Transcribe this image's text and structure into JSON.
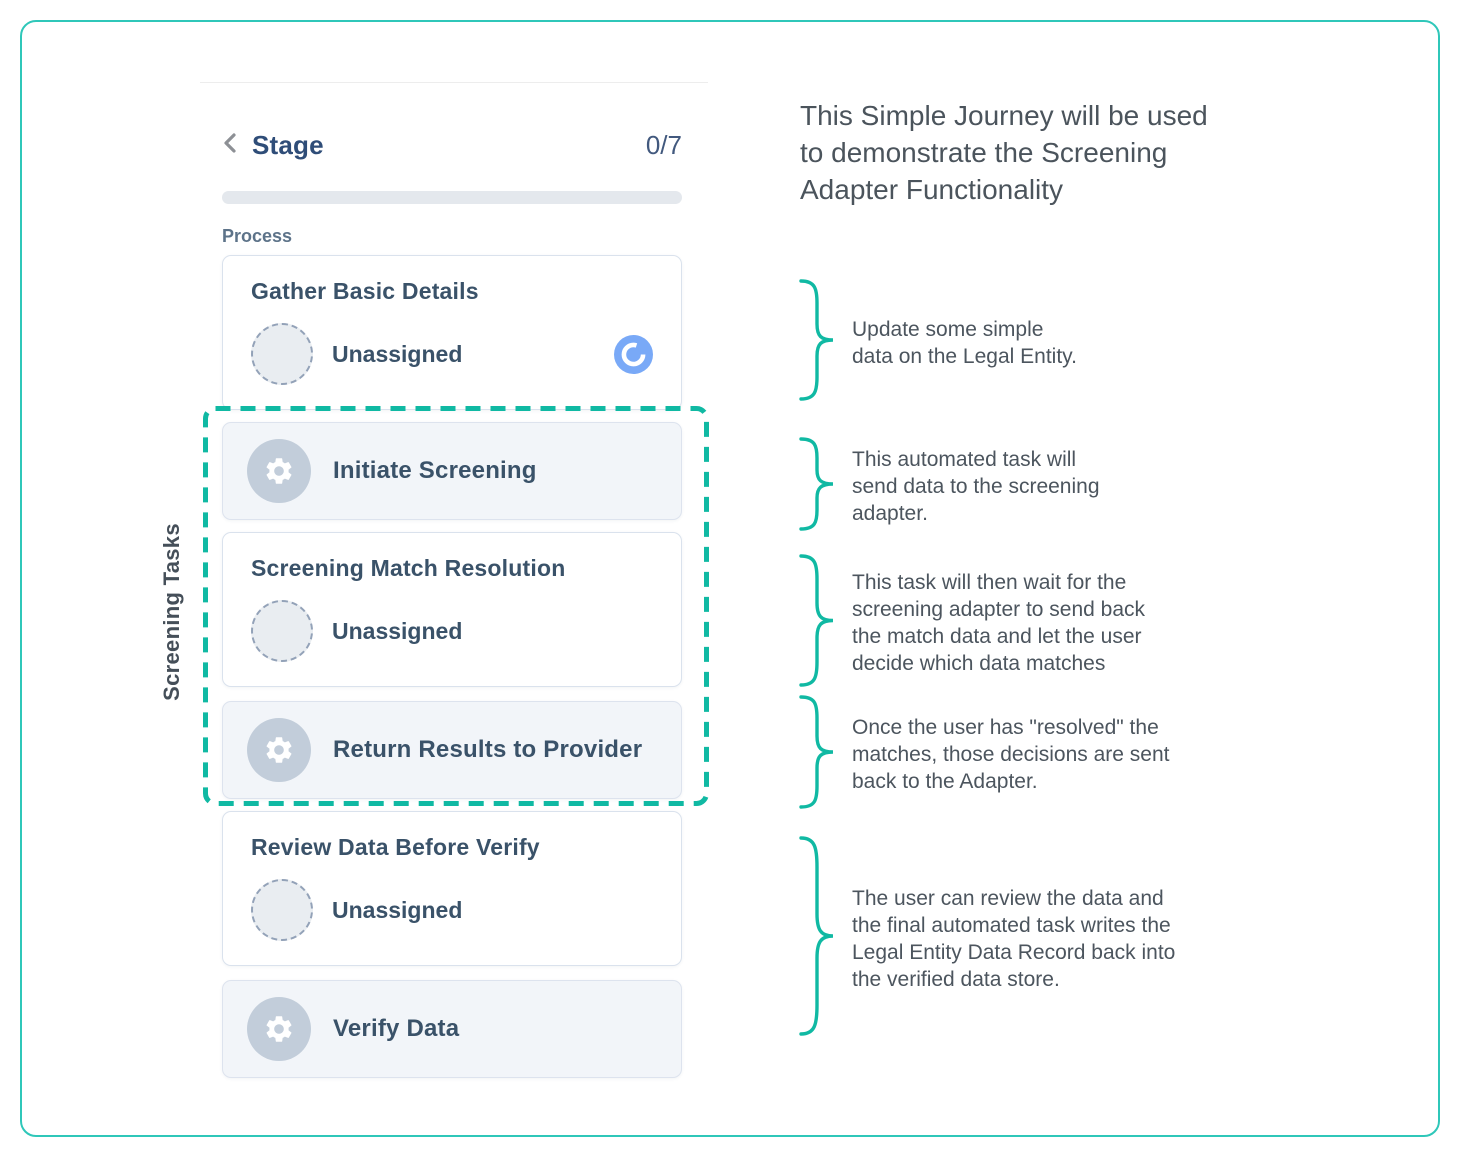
{
  "window": {
    "frame_border_color": "#2fc7b9"
  },
  "stage_panel": {
    "back_icon": "chevron-left-icon",
    "title": "Stage",
    "counter": "0/7",
    "progress_percent": 0,
    "section_label": "Process",
    "group_label": "Screening Tasks",
    "tasks": [
      {
        "title": "Gather Basic Details",
        "type": "user-task",
        "assignee": "Unassigned",
        "avatar_icon": "avatar-placeholder",
        "status_icon": "sync-progress-icon"
      },
      {
        "title": "Initiate Screening",
        "type": "automated-task",
        "icon": "gear-icon"
      },
      {
        "title": "Screening Match Resolution",
        "type": "user-task",
        "assignee": "Unassigned",
        "avatar_icon": "avatar-placeholder"
      },
      {
        "title": "Return Results to Provider",
        "type": "automated-task",
        "icon": "gear-icon"
      },
      {
        "title": "Review Data Before Verify",
        "type": "user-task",
        "assignee": "Unassigned",
        "avatar_icon": "avatar-placeholder"
      },
      {
        "title": "Verify Data",
        "type": "automated-task",
        "icon": "gear-icon"
      }
    ]
  },
  "annotations": {
    "title": "This Simple Journey will be used\nto demonstrate the Screening\nAdapter Functionality",
    "notes": [
      {
        "text": "Update some simple\ndata on the Legal Entity."
      },
      {
        "text": "This automated task will\nsend data to the screening\nadapter."
      },
      {
        "text": "This task will then wait for the\nscreening adapter to send back\nthe match data and let the user\ndecide which data matches"
      },
      {
        "text": "Once the user has \"resolved\" the\nmatches, those decisions are sent\nback to the Adapter."
      },
      {
        "text": "The user can review the data and\nthe final automated task writes the\nLegal Entity Data Record back into\nthe verified data store."
      }
    ]
  },
  "colors": {
    "accent_teal": "#10b9a3",
    "frame_teal": "#2fc7b9",
    "stage_title_navy": "#2f4d78",
    "card_text": "#3a5269",
    "note_text": "#4c555e",
    "automated_icon_bg": "#c2cdda",
    "sync_icon_blue": "#79a9f7",
    "progress_track": "#e4e8ed"
  }
}
